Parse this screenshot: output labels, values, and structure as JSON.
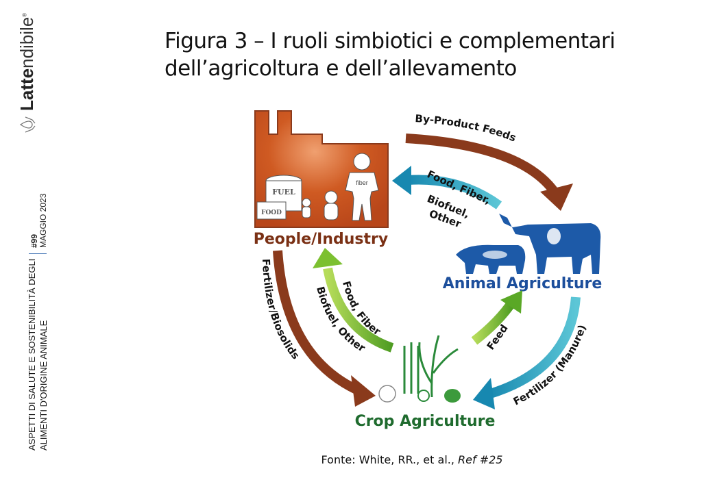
{
  "sidebar": {
    "logo_bold": "Latte",
    "logo_light": "ndibile",
    "logo_mark": "®",
    "issue_number": "#99",
    "issue_date": "MAGGIO 2023",
    "topic_line1": "ASPETTI DI SALUTE E SOSTENIBILITÀ DEGLI",
    "topic_line2": "ALIMENTI D'ORIGINE ANIMALE"
  },
  "title": {
    "line1": "Figura 3 – I ruoli simbiotici e complementari",
    "line2": "dell’agricoltura e dell’allevamento"
  },
  "diagram": {
    "nodes": {
      "people": "People/Industry",
      "animal": "Animal Agriculture",
      "crop": "Crop Agriculture"
    },
    "icon_text": {
      "fuel": "FUEL",
      "food": "FOOD",
      "fiber": "fiber"
    },
    "flows": {
      "byproduct": "By-Product Feeds",
      "animal_to_people_1": "Food, Fiber,",
      "animal_to_people_2": "Biofuel,",
      "animal_to_people_3": "Other",
      "people_to_crop": "Fertilizer/Biosolids",
      "crop_to_people_1": "Food, Fiber",
      "crop_to_people_2": "Biofuel, Other",
      "crop_to_animal": "Feed",
      "animal_to_crop": "Fertilizer (Manure)"
    },
    "colors": {
      "brown": "#8a3a1c",
      "teal": "#1a9cb8",
      "green": "#6fb628",
      "blue": "#1d4f9c",
      "dark_green": "#1f6b2e",
      "factory": "#c9511d"
    }
  },
  "source": {
    "prefix": "Fonte: White, RR., et al., ",
    "ref": "Ref #25"
  }
}
